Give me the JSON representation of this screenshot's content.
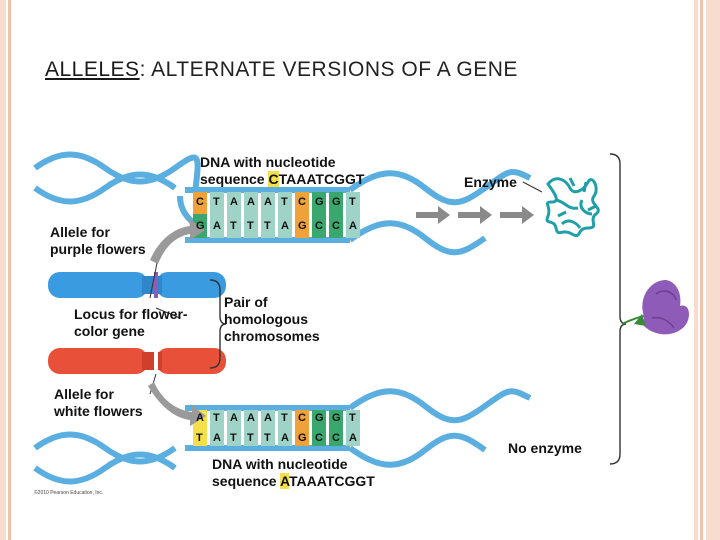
{
  "slide": {
    "title_term": "ALLELES",
    "title_colon": ":",
    "title_rest": "ALTERNATE VERSIONS OF A GENE"
  },
  "diagram": {
    "top_dna_label_line1": "DNA with nucleotide",
    "top_dna_label_line2_prefix": "sequence ",
    "top_dna_label_line2_highlight": "C",
    "top_dna_label_line2_rest": "TAAATCGGT",
    "top_strand_top": [
      "C",
      "T",
      "A",
      "A",
      "A",
      "T",
      "C",
      "G",
      "G",
      "T"
    ],
    "top_strand_bottom": [
      "G",
      "A",
      "T",
      "T",
      "T",
      "A",
      "G",
      "C",
      "C",
      "A"
    ],
    "bottom_strand_top": [
      "A",
      "T",
      "A",
      "A",
      "A",
      "T",
      "C",
      "G",
      "G",
      "T"
    ],
    "bottom_strand_bottom": [
      "T",
      "A",
      "T",
      "T",
      "T",
      "A",
      "G",
      "C",
      "C",
      "A"
    ],
    "bottom_dna_label_line1": "DNA with nucleotide",
    "bottom_dna_label_line2_prefix": "sequence ",
    "bottom_dna_label_line2_highlight": "A",
    "bottom_dna_label_line2_rest": "TAAATCGGT",
    "enzyme_label": "Enzyme",
    "no_enzyme_label": "No enzyme",
    "allele_purple_line1": "Allele for",
    "allele_purple_line2": "purple flowers",
    "locus_line1": "Locus for flower-",
    "locus_line2": "color gene",
    "pair_line1": "Pair of",
    "pair_line2": "homologous",
    "pair_line3": "chromosomes",
    "allele_white_line1": "Allele for",
    "allele_white_line2": "white flowers",
    "copyright": "©2010 Pearson Education, Inc."
  },
  "colors": {
    "stripe_light": "#f8dccd",
    "stripe_mid": "#f2c2a8",
    "chrom_blue": "#3a9be0",
    "chrom_red": "#e8503a",
    "enzyme": "#1f9fa8",
    "flower": "#8f5bb8",
    "base_orange": "#f0a23a",
    "base_green": "#3aa86e",
    "base_teal": "#9fd3c7",
    "helix": "#5aaee0",
    "highlight": "#f6e04a"
  }
}
